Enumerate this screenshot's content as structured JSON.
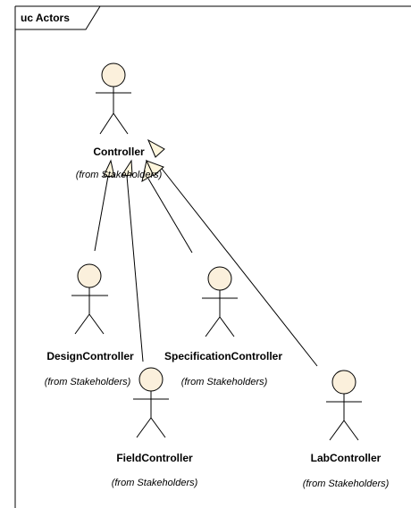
{
  "diagram": {
    "frame_title": "uc Actors",
    "colors": {
      "actor_fill": "#fbf0dc",
      "line": "#000000",
      "arrow_fill": "#fdf5dc"
    },
    "actors": [
      {
        "id": "controller",
        "name": "Controller",
        "package": "(from Stakeholders)"
      },
      {
        "id": "design",
        "name": "DesignController",
        "package": "(from Stakeholders)"
      },
      {
        "id": "specification",
        "name": "SpecificationController",
        "package": "(from Stakeholders)"
      },
      {
        "id": "field",
        "name": "FieldController",
        "package": "(from Stakeholders)"
      },
      {
        "id": "lab",
        "name": "LabController",
        "package": "(from Stakeholders)"
      }
    ],
    "generalizations": [
      {
        "from": "design",
        "to": "controller"
      },
      {
        "from": "field",
        "to": "controller"
      },
      {
        "from": "specification",
        "to": "controller"
      },
      {
        "from": "lab",
        "to": "controller"
      }
    ]
  }
}
